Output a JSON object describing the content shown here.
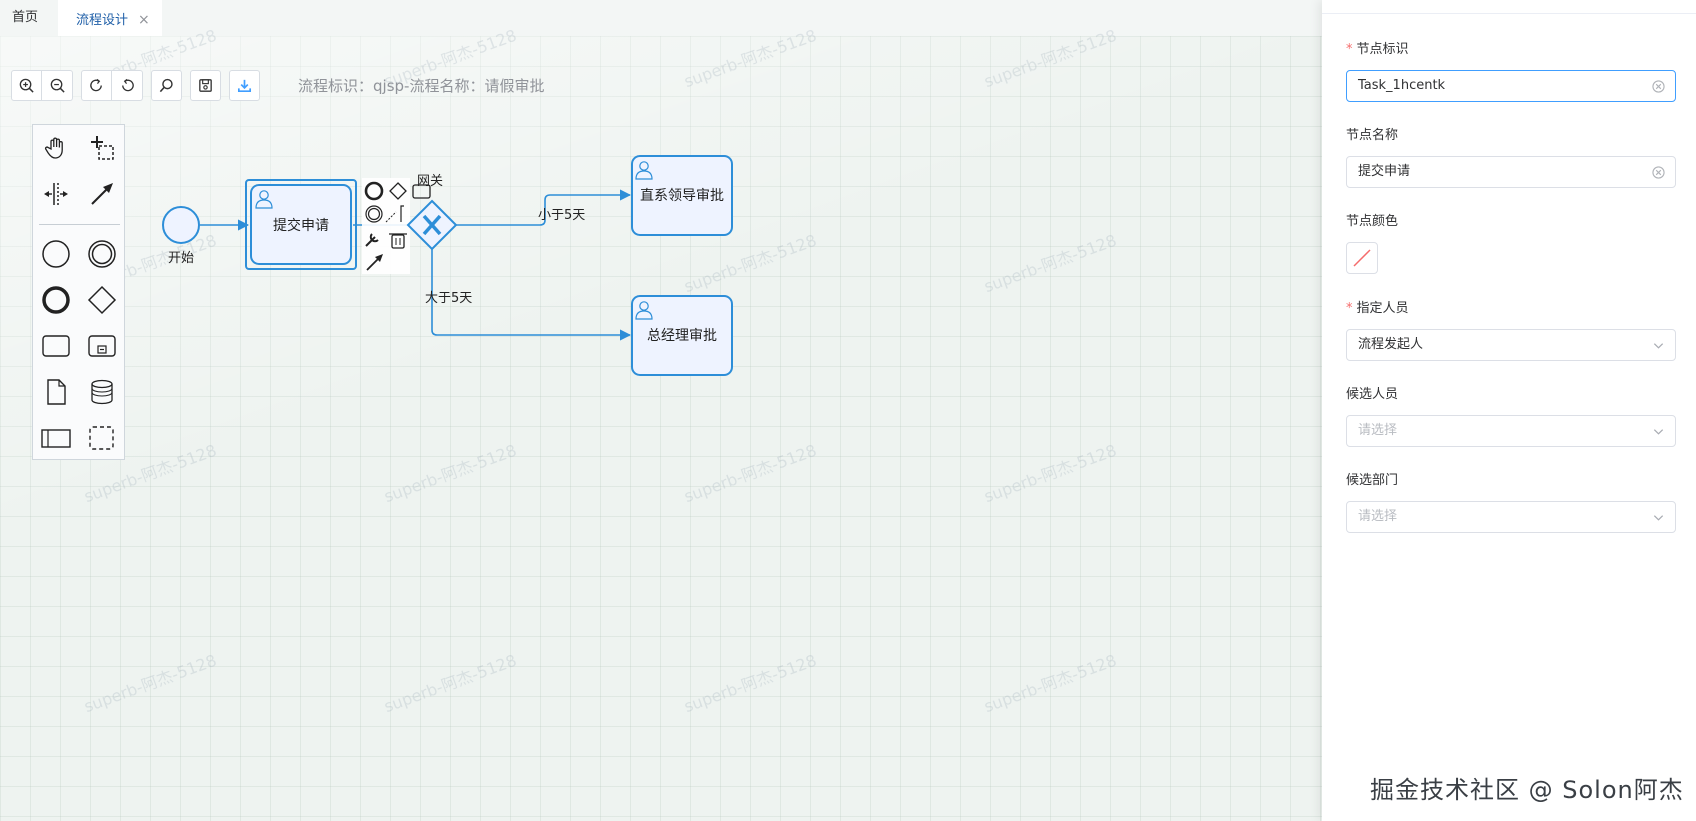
{
  "tabs": [
    {
      "label": "首页"
    },
    {
      "label": "流程设计",
      "close": "×"
    }
  ],
  "toolbar": {
    "process_label": "流程标识：qjsp-流程名称：请假审批"
  },
  "diagram": {
    "start_event_label": "开始",
    "tasks": [
      {
        "label": "提交申请"
      },
      {
        "label": "直系领导审批"
      },
      {
        "label": "总经理审批"
      }
    ],
    "gateway_label": "网关",
    "flows": [
      {
        "label": "小于5天"
      },
      {
        "label": "大于5天"
      }
    ]
  },
  "panel": {
    "fields": [
      {
        "label": "节点标识",
        "required": "*",
        "value": "Task_1hcentk"
      },
      {
        "label": "节点名称",
        "value": "提交申请"
      },
      {
        "label": "节点颜色"
      },
      {
        "label": "指定人员",
        "required": "*",
        "value": "流程发起人"
      },
      {
        "label": "候选人员",
        "placeholder": "请选择"
      },
      {
        "label": "候选部门",
        "placeholder": "请选择"
      }
    ]
  },
  "watermark": "superb-阿杰-5128",
  "footer": "掘金技术社区 @ Solon阿杰",
  "colors": {
    "accent": "#409eff",
    "element_stroke": "#2d8ed8",
    "task_fill": "#eef3ff",
    "required": "#f56c6c"
  }
}
